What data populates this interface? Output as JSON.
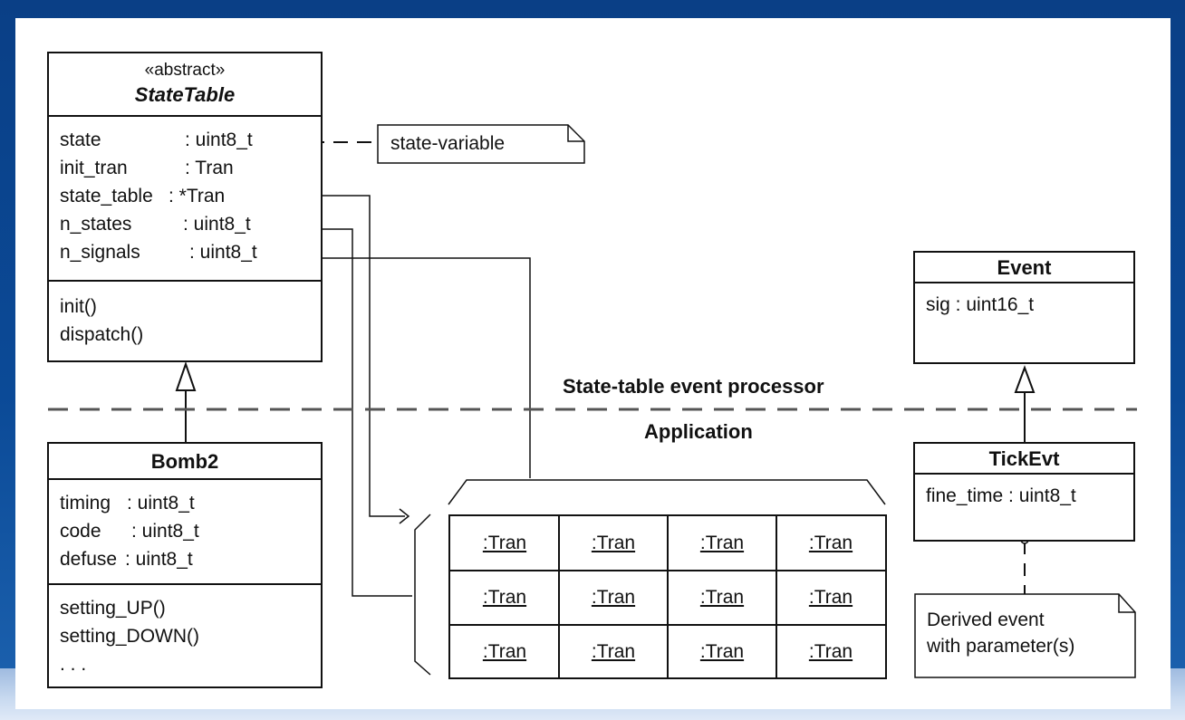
{
  "statetable": {
    "stereotype": "«abstract»",
    "name": "StateTable",
    "attributes": [
      {
        "name": "state",
        "type": ": uint8_t"
      },
      {
        "name": "init_tran",
        "type": ": Tran"
      },
      {
        "name": "state_table",
        "type": ": *Tran"
      },
      {
        "name": "n_states",
        "type": ": uint8_t"
      },
      {
        "name": "n_signals",
        "type": ": uint8_t"
      }
    ],
    "operations": [
      "init()",
      "dispatch()"
    ]
  },
  "note_state": "state-variable",
  "event": {
    "name": "Event",
    "attributes": [
      "sig : uint16_t"
    ]
  },
  "separator": {
    "top_label": "State-table event processor",
    "bottom_label": "Application"
  },
  "bomb2": {
    "name": "Bomb2",
    "attributes": [
      {
        "name": "timing",
        "type": ": uint8_t"
      },
      {
        "name": "code",
        "type": ": uint8_t"
      },
      {
        "name": "defuse",
        "type": ": uint8_t"
      }
    ],
    "operations": [
      "setting_UP()",
      "setting_DOWN()",
      ". . ."
    ]
  },
  "tickevt": {
    "name": "TickEvt",
    "attributes": [
      "fine_time : uint8_t"
    ]
  },
  "note_derived": "Derived event\nwith parameter(s)",
  "tran_table": [
    [
      ":Tran",
      ":Tran",
      ":Tran",
      ":Tran"
    ],
    [
      ":Tran",
      ":Tran",
      ":Tran",
      ":Tran"
    ],
    [
      ":Tran",
      ":Tran",
      ":Tran",
      ":Tran"
    ]
  ]
}
